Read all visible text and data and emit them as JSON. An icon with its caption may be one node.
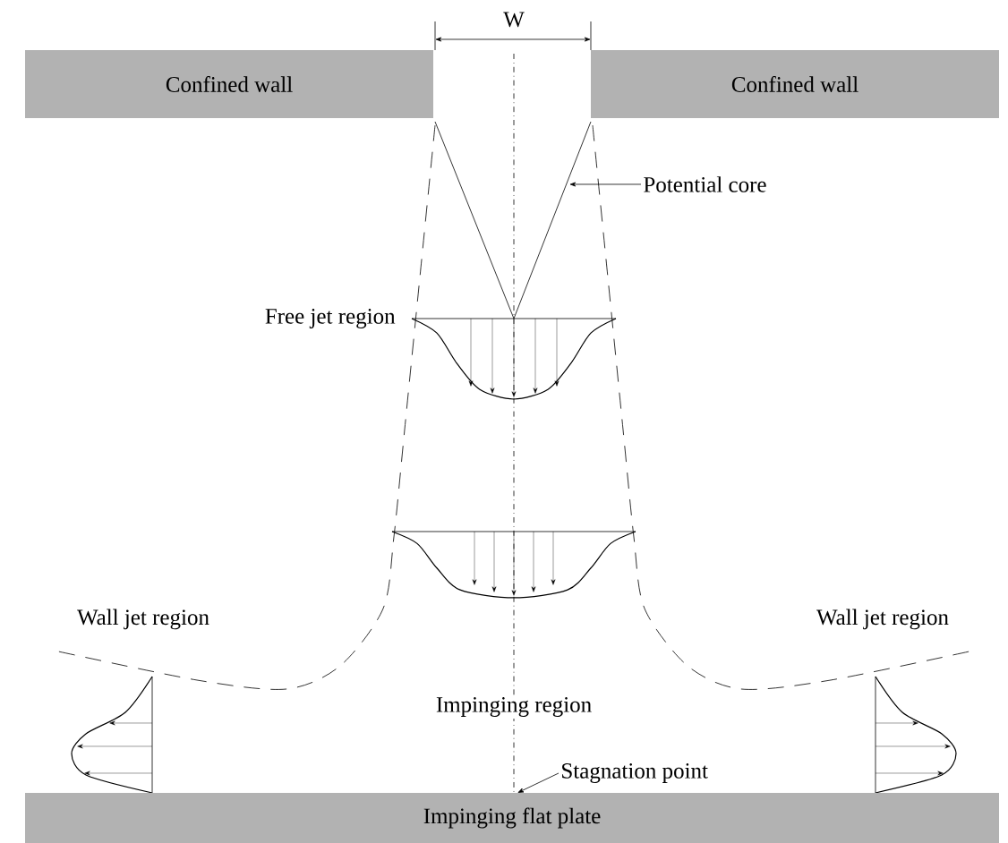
{
  "diagram": {
    "nodes": [
      {
        "text": [
          "Confined wall"
        ]
      },
      {
        "text": [
          "Confined wall"
        ]
      },
      {
        "text": [
          "Potential core"
        ]
      },
      {
        "text": [
          "Stagnation point"
        ]
      },
      {
        "text": [
          "Impinging flat plate"
        ]
      }
    ],
    "edges": [
      {
        "from": 2,
        "to": null,
        "arrow": "to"
      },
      {
        "from": 3,
        "to": 4,
        "arrow": "to"
      }
    ],
    "labels": [
      "W",
      "Free jet region",
      "Wall jet region",
      "Wall jet region",
      "Impinging region"
    ]
  }
}
